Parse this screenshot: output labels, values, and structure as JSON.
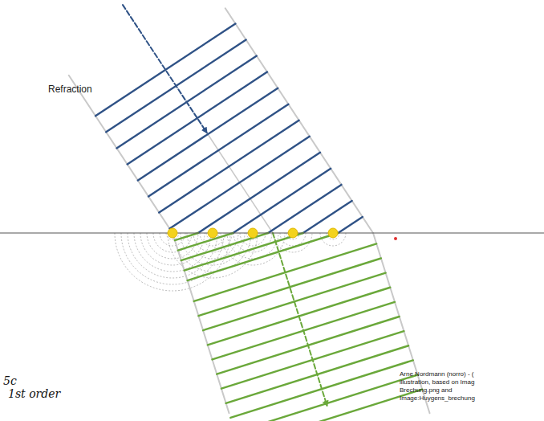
{
  "diagram": {
    "labels": [
      "Refraction",
      "Arne Nordmann (norro) - (",
      "illustration, based on Imag",
      "Brechung.png and",
      "Image:Huygens_brechung",
      "5c",
      "1st order"
    ]
  }
}
